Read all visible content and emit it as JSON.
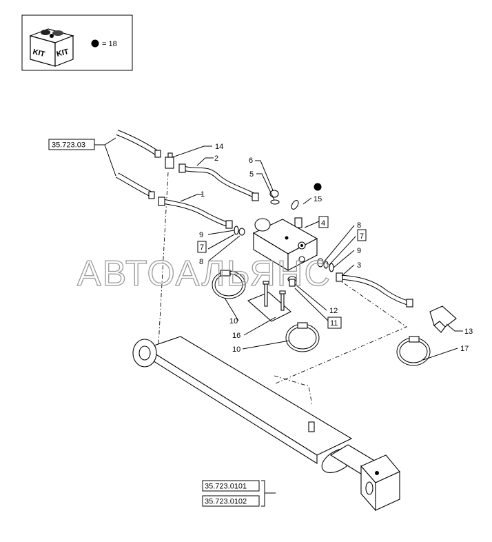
{
  "kit_box": {
    "kit_word": "KIT",
    "quantity_text": "= 18"
  },
  "refs": {
    "ref_top_left": "35.723.03",
    "ref_bottom_1": "35.723.0101",
    "ref_bottom_2": "35.723.0102"
  },
  "callouts": {
    "c14": "14",
    "c2": "2",
    "c6": "6",
    "c5": "5",
    "c15": "15",
    "c1": "1",
    "c9a": "9",
    "c7a": "7",
    "c8a": "8",
    "c4": "4",
    "c8b": "8",
    "c7b": "7",
    "c9b": "9",
    "c3": "3",
    "c12": "12",
    "c11": "11",
    "c10a": "10",
    "c16": "16",
    "c10b": "10",
    "c13": "13",
    "c17": "17"
  },
  "watermark": "АВТОАЛЬЯНС"
}
